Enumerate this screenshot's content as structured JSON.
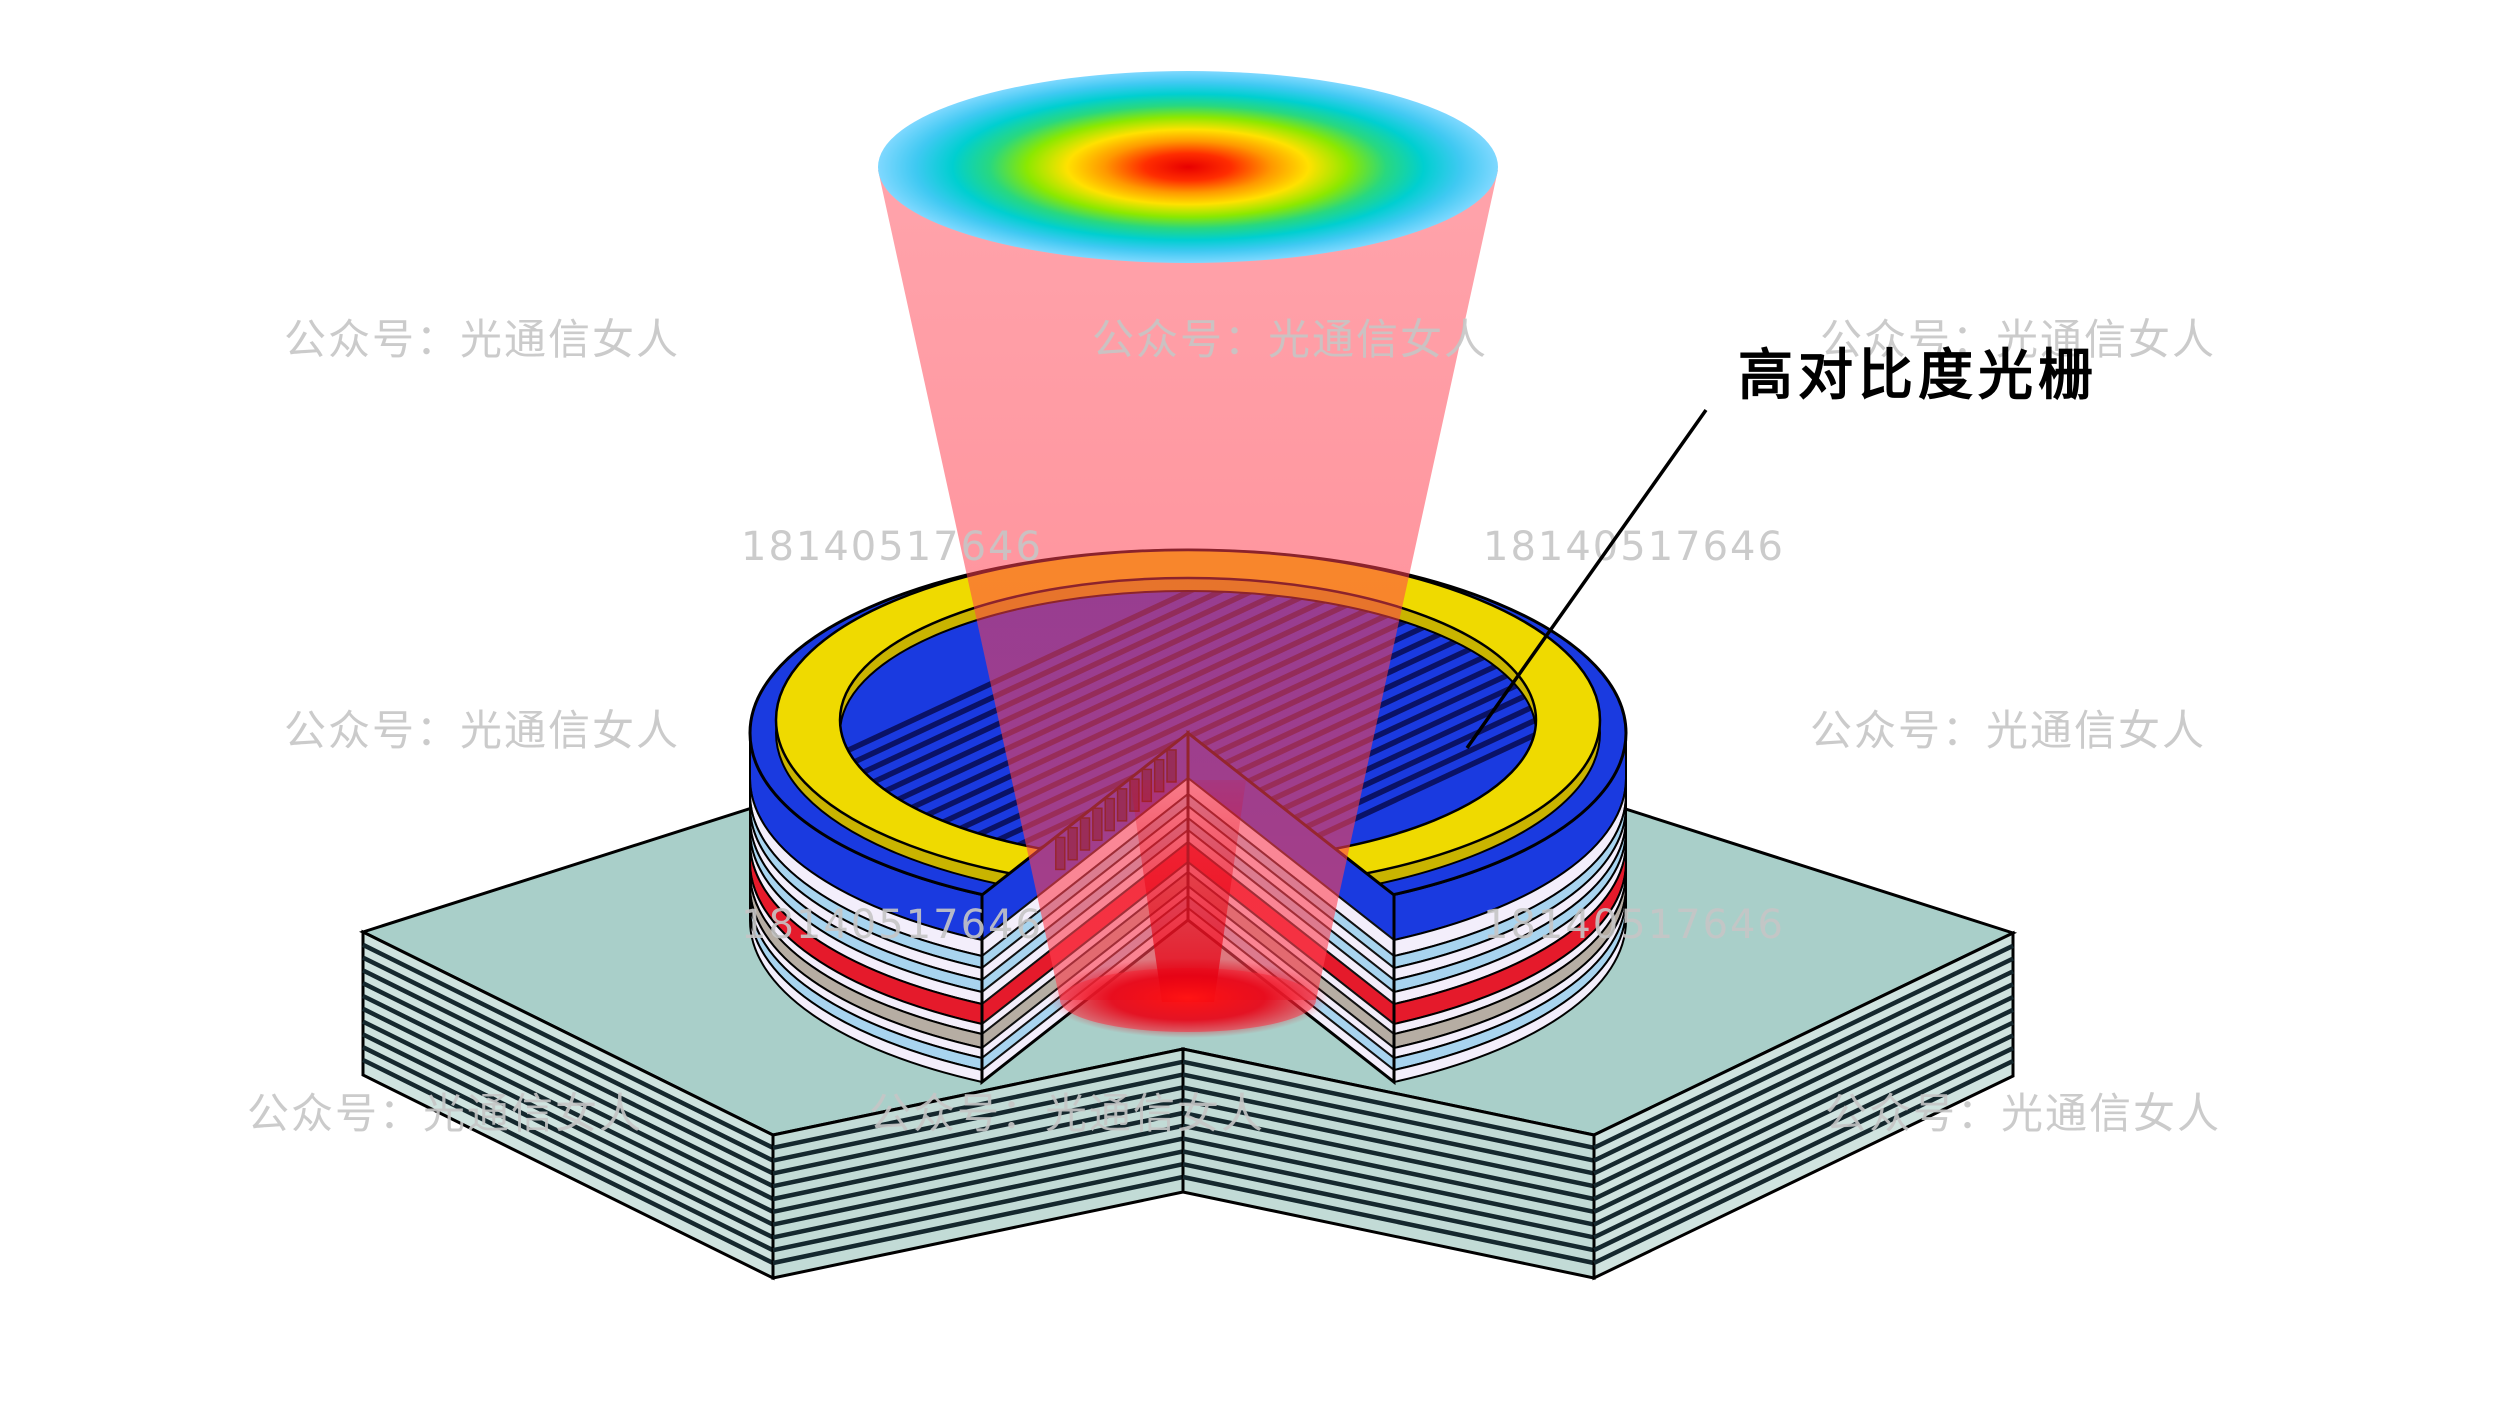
{
  "annotation": {
    "label": "高对比度光栅"
  },
  "watermarks": {
    "account": "公众号：光通信女人",
    "phone": "18140517646"
  },
  "colors": {
    "background": "#ffffff",
    "substrate_top": "#a9cfc9",
    "substrate_side": "#cfe3df",
    "substrate_side_inner": "#c2dbd6",
    "substrate_stripe": "#15282e",
    "outline": "#000000",
    "metal_yellow": "#efda00",
    "metal_yellow_dark": "#c9b400",
    "grating_blue": "#1a3ae0",
    "grating_line": "#0a1266",
    "layer_white": "#f3eefb",
    "layer_lightblue": "#a8d4ef",
    "layer_red": "#e51a2b",
    "layer_gray": "#b6ada3",
    "beam_pink": "#ff4050",
    "beam_core_red": "#e60012",
    "glow_red": "#ff1414",
    "watermark_gray": "#c6c6c6",
    "jet_stops": [
      "#e80000",
      "#ff2d00",
      "#ff9900",
      "#ffe100",
      "#8ce800",
      "#28d880",
      "#00cfd0",
      "#3fc9f2",
      "#7fd8ff"
    ]
  }
}
